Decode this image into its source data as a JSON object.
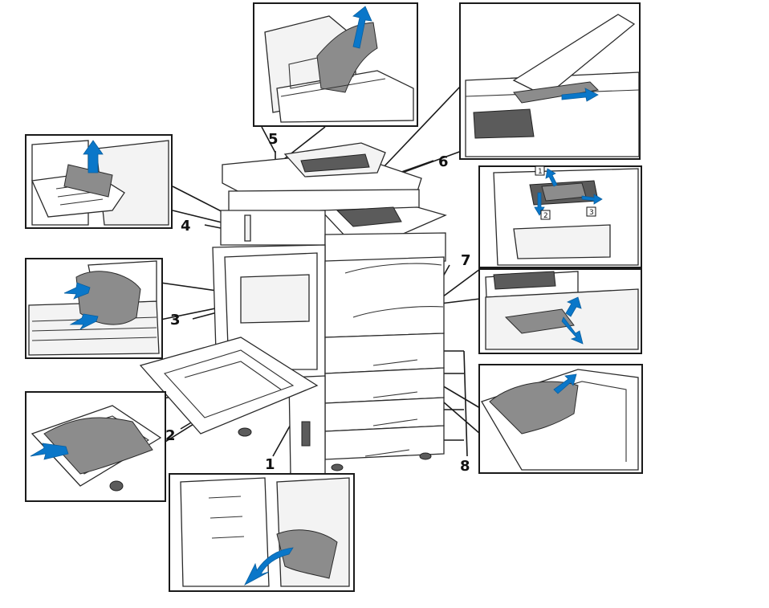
{
  "callouts": {
    "c1": "1",
    "c2": "2",
    "c3": "3",
    "c4": "4",
    "c5": "5",
    "c6": "6",
    "c7": "7",
    "c8": "8"
  },
  "steps": {
    "s1": "1",
    "s2": "2",
    "s3": "3"
  },
  "colors": {
    "arrow": "#0a77c9",
    "paper": "#8c8c8c"
  }
}
